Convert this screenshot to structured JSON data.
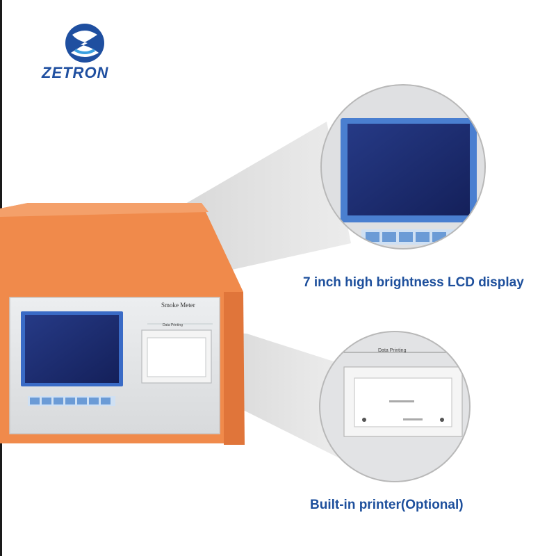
{
  "brand": {
    "logo_icon": "zetron-swirl-logo",
    "name": "ZETRON",
    "colors": {
      "primary": "#1f4fa0",
      "accent": "#3aa0e0"
    }
  },
  "device": {
    "body_color": "#f08a4b",
    "panel_label": "Smoke Meter",
    "printer_label": "Data Printing",
    "key_icons": [
      "power-icon",
      "up-arrow-icon",
      "down-arrow-icon",
      "left-arrow-icon",
      "right-arrow-icon",
      "enter-icon",
      "menu-icon"
    ]
  },
  "callouts": {
    "lcd": {
      "caption": "7 inch high brightness LCD display"
    },
    "printer": {
      "caption": "Built-in printer(Optional)",
      "label": "Data Printing"
    }
  },
  "colors": {
    "caption": "#1d4f9c",
    "screen": "#1e2a6e"
  }
}
